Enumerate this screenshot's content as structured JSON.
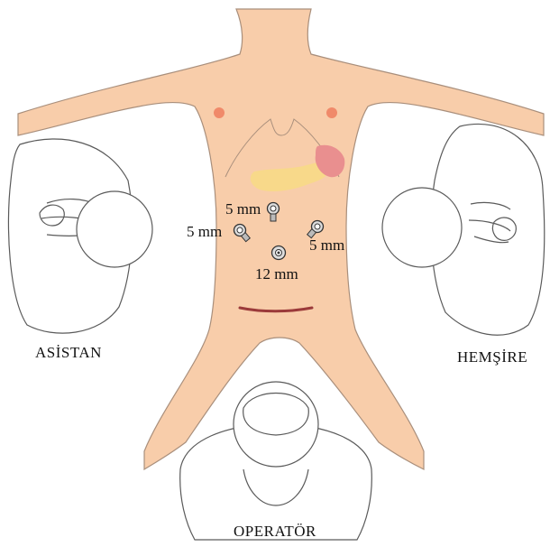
{
  "colors": {
    "skin": "#f8cdaa",
    "skin_outline": "#a98f7c",
    "outline": "#5a5a5a",
    "nipple": "#f08a6a",
    "pancreas": "#f8d98a",
    "spleen": "#e98f8f",
    "incision": "#9b3a3a"
  },
  "ports": [
    {
      "label": "5 mm",
      "icon": "trocar-port-icon"
    },
    {
      "label": "5 mm",
      "icon": "trocar-port-icon"
    },
    {
      "label": "5 mm",
      "icon": "trocar-port-icon"
    },
    {
      "label": "12 mm",
      "icon": "trocar-port-icon"
    }
  ],
  "staff": {
    "assistant": "ASİSTAN",
    "nurse": "HEMŞİRE",
    "operator": "OPERATÖR"
  },
  "icons": [
    "patient-body",
    "assistant-figure",
    "nurse-figure",
    "operator-figure",
    "trocar-port-icon"
  ]
}
